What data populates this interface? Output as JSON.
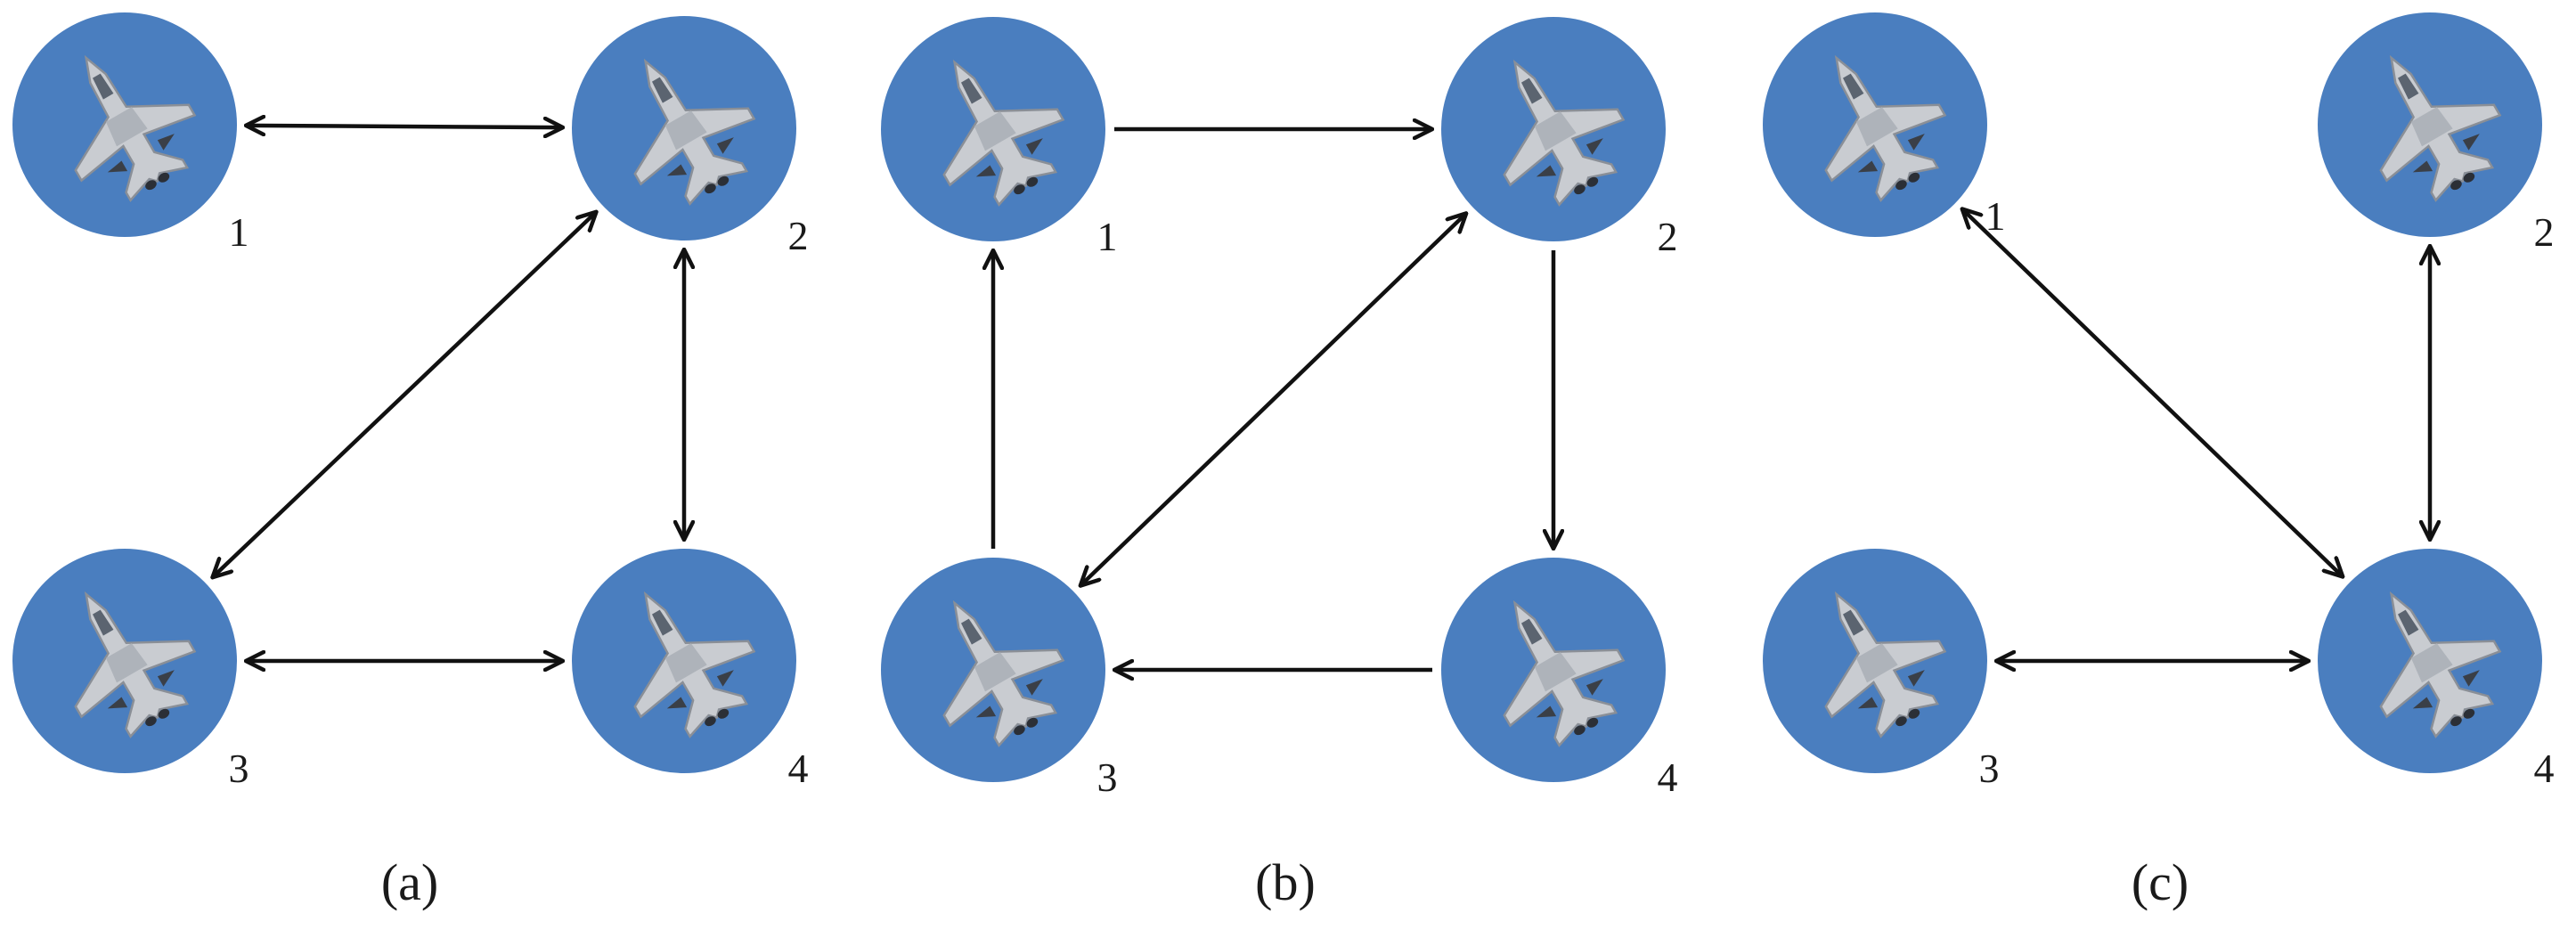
{
  "colors": {
    "node_fill": "#4A7EBF",
    "edge": "#111111",
    "label": "#1a1a1a"
  },
  "node_icon": "fighter-jet-icon",
  "panels": [
    {
      "id": "a",
      "caption": "(a)",
      "nodes": [
        {
          "id": "1",
          "label": "1"
        },
        {
          "id": "2",
          "label": "2"
        },
        {
          "id": "3",
          "label": "3"
        },
        {
          "id": "4",
          "label": "4"
        }
      ],
      "edges": [
        {
          "from": "1",
          "to": "2",
          "direction": "both"
        },
        {
          "from": "2",
          "to": "3",
          "direction": "both"
        },
        {
          "from": "2",
          "to": "4",
          "direction": "both"
        },
        {
          "from": "3",
          "to": "4",
          "direction": "both"
        }
      ]
    },
    {
      "id": "b",
      "caption": "(b)",
      "nodes": [
        {
          "id": "1",
          "label": "1"
        },
        {
          "id": "2",
          "label": "2"
        },
        {
          "id": "3",
          "label": "3"
        },
        {
          "id": "4",
          "label": "4"
        }
      ],
      "edges": [
        {
          "from": "1",
          "to": "2",
          "direction": "forward"
        },
        {
          "from": "2",
          "to": "4",
          "direction": "forward"
        },
        {
          "from": "4",
          "to": "3",
          "direction": "forward"
        },
        {
          "from": "3",
          "to": "1",
          "direction": "forward"
        },
        {
          "from": "2",
          "to": "3",
          "direction": "both"
        }
      ]
    },
    {
      "id": "c",
      "caption": "(c)",
      "nodes": [
        {
          "id": "1",
          "label": "1"
        },
        {
          "id": "2",
          "label": "2"
        },
        {
          "id": "3",
          "label": "3"
        },
        {
          "id": "4",
          "label": "4"
        }
      ],
      "edges": [
        {
          "from": "1",
          "to": "4",
          "direction": "both"
        },
        {
          "from": "2",
          "to": "4",
          "direction": "both"
        },
        {
          "from": "3",
          "to": "4",
          "direction": "both"
        }
      ]
    }
  ]
}
